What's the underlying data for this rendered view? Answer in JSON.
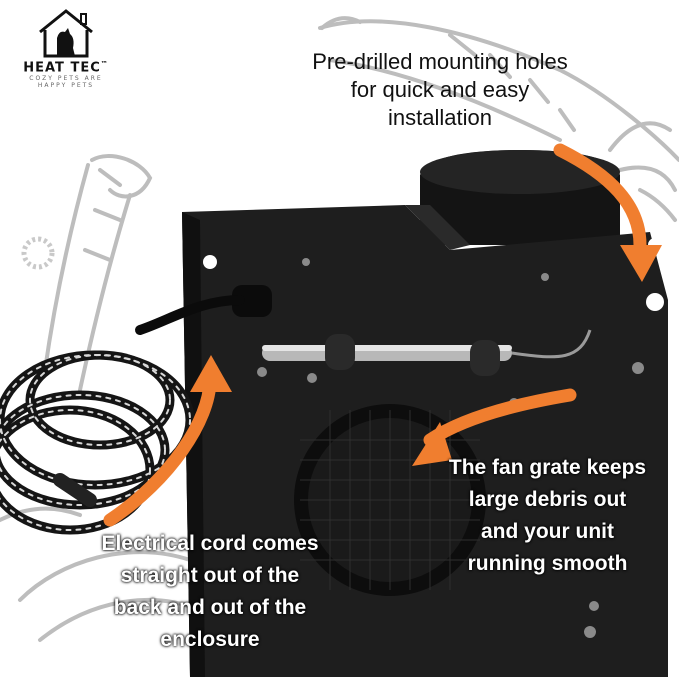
{
  "brand": {
    "name": "HEAT TEC",
    "trademark": "™",
    "tagline_1": "COZY PETS ARE",
    "tagline_2": "HAPPY PETS"
  },
  "captions": {
    "mounting": [
      "Pre-drilled mounting holes",
      "for quick and easy",
      "installation"
    ],
    "fan": [
      "The fan grate keeps",
      "large debris out",
      "and your unit",
      "running smooth"
    ],
    "cord": [
      "Electrical cord comes",
      "straight out of the",
      "back and out of the",
      "enclosure"
    ]
  },
  "colors": {
    "accent_arrow": "#F07E2F",
    "housing": "#1b1b1b",
    "sketch": "#b9b9b9"
  },
  "icons": [
    "house-pet-logo-icon",
    "carrot-sketch-icon",
    "bone-sketch-icon",
    "curved-arrow-icon"
  ]
}
